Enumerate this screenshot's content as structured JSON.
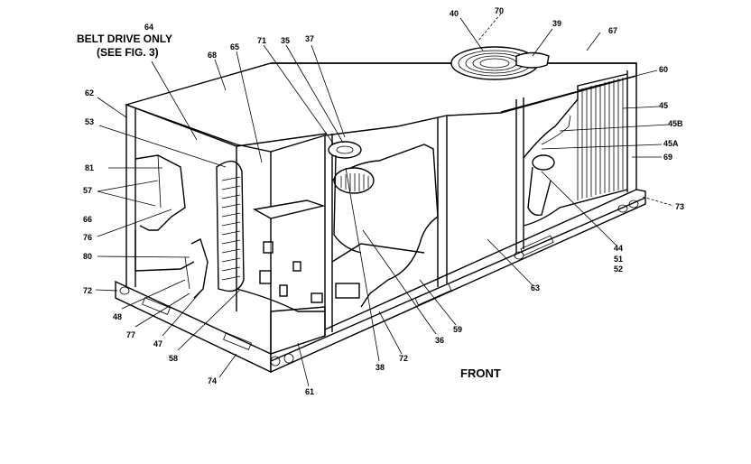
{
  "diagram": {
    "note_line1": "BELT DRIVE ONLY",
    "note_line2": "(SEE FIG. 3)",
    "front_label": "FRONT",
    "callouts": {
      "c64": "64",
      "c40": "40",
      "c70": "70",
      "c39": "39",
      "c67": "67",
      "c68": "68",
      "c65": "65",
      "c71": "71",
      "c35": "35",
      "c37": "37",
      "c60": "60",
      "c62": "62",
      "c45": "45",
      "c45b": "45B",
      "c53": "53",
      "c45a": "45A",
      "c69": "69",
      "c81": "81",
      "c57": "57",
      "c73": "73",
      "c66": "66",
      "c76": "76",
      "c44": "44",
      "c51": "51",
      "c52": "52",
      "c80": "80",
      "c63": "63",
      "c72a": "72",
      "c48": "48",
      "c59": "59",
      "c77": "77",
      "c36": "36",
      "c47": "47",
      "c72b": "72",
      "c58": "58",
      "c38": "38",
      "c74": "74",
      "c61": "61"
    }
  }
}
